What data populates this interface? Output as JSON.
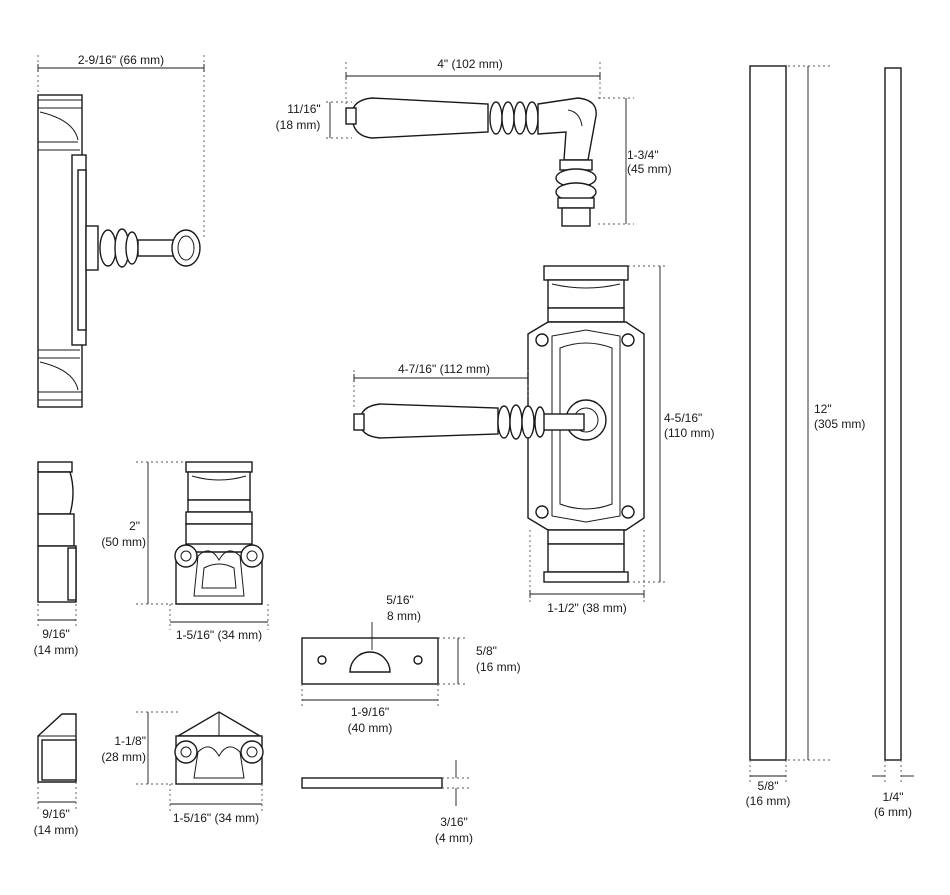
{
  "dimensions": {
    "rose_depth_total": "2-9/16\" (66 mm)",
    "lever_length_top": "4\" (102 mm)",
    "lever_grip_height": {
      "in": "11/16\"",
      "mm": "(18 mm)"
    },
    "lever_drop": {
      "in": "1-3/4\"",
      "mm": "(45 mm)"
    },
    "lever_projection": "4-7/16\" (112 mm)",
    "plate_height": {
      "in": "4-5/16\"",
      "mm": "(110 mm)"
    },
    "plate_width": "1-1/2\" (38 mm)",
    "spindle_length": {
      "in": "12\"",
      "mm": "(305 mm)"
    },
    "spindle_width": {
      "in": "5/8\"",
      "mm": "(16 mm)"
    },
    "spindle_thickness": {
      "in": "1/4\"",
      "mm": "(6 mm)"
    },
    "keeper_height": {
      "in": "2\"",
      "mm": "(50 mm)"
    },
    "keeper_depth": {
      "in": "9/16\"",
      "mm": "(14 mm)"
    },
    "keeper_width": "1-5/16\" (34 mm)",
    "small_keeper_height": {
      "in": "1-1/8\"",
      "mm": "(28 mm)"
    },
    "small_keeper_depth": {
      "in": "9/16\"",
      "mm": "(14 mm)"
    },
    "small_keeper_width": "1-5/16\" (34 mm)",
    "strike_notch": {
      "in": "5/16\"",
      "mm": "8 mm)"
    },
    "strike_height": {
      "in": "5/8\"",
      "mm": "(16 mm)"
    },
    "strike_length": {
      "in": "1-9/16\"",
      "mm": "(40 mm)"
    },
    "strike_thickness": {
      "in": "3/16\"",
      "mm": "(4 mm)"
    }
  }
}
